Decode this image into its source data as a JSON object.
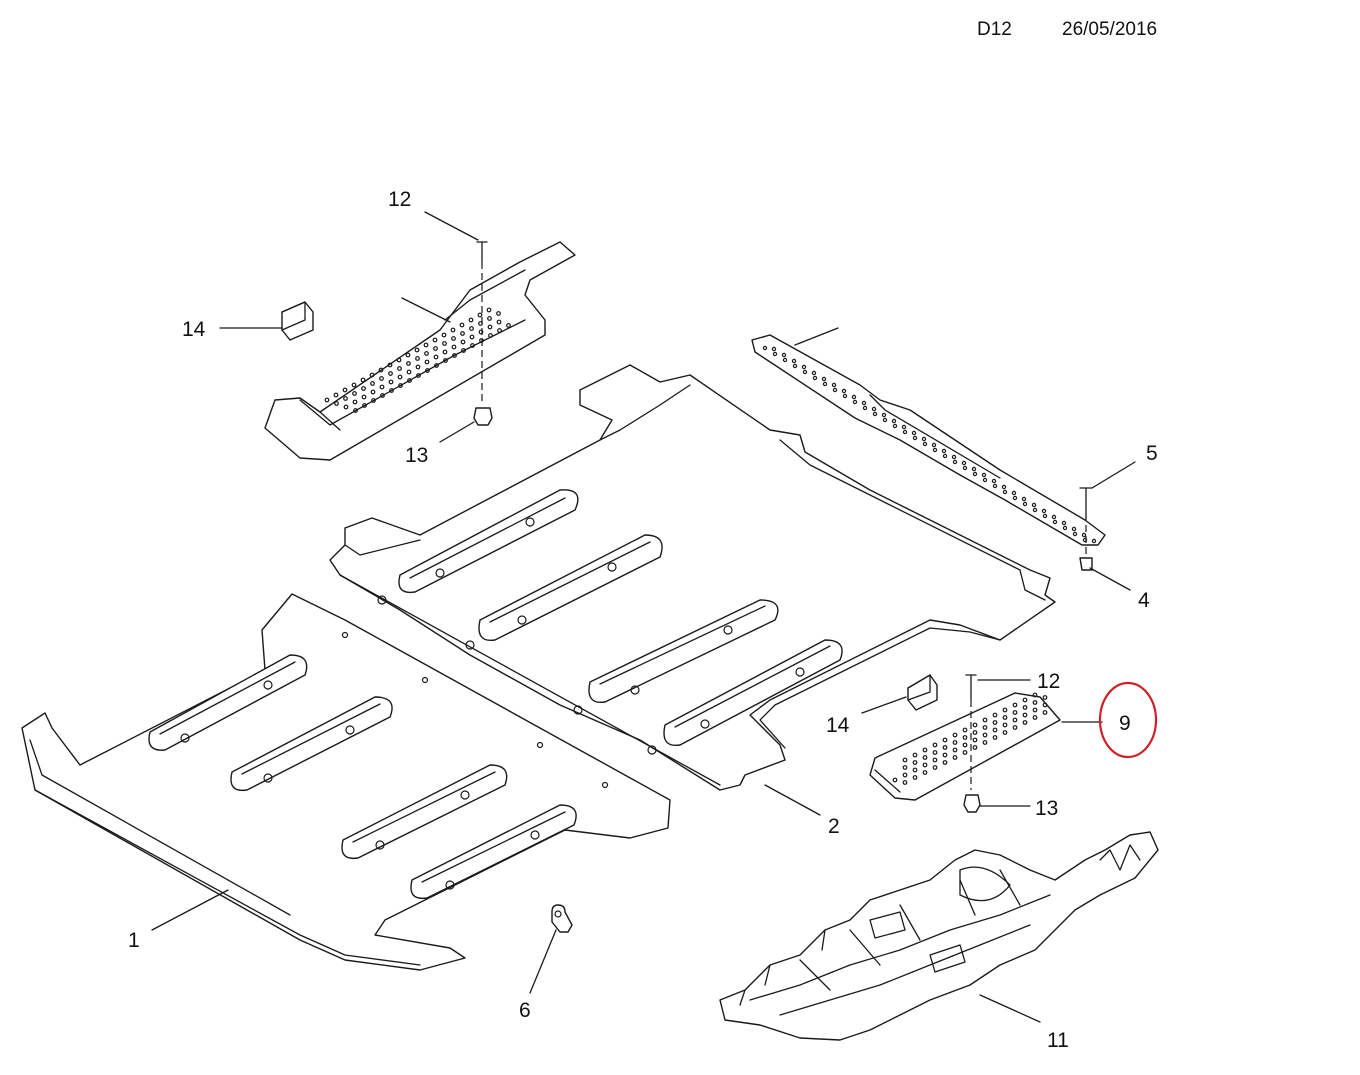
{
  "header": {
    "code": "D12",
    "date": "26/05/2016"
  },
  "callouts": [
    {
      "key": "c12a",
      "label": "12"
    },
    {
      "key": "c14a",
      "label": "14"
    },
    {
      "key": "c13a",
      "label": "13"
    },
    {
      "key": "c5",
      "label": "5"
    },
    {
      "key": "c4",
      "label": "4"
    },
    {
      "key": "c12b",
      "label": "12"
    },
    {
      "key": "c14b",
      "label": "14"
    },
    {
      "key": "c9",
      "label": "9"
    },
    {
      "key": "c13b",
      "label": "13"
    },
    {
      "key": "c2",
      "label": "2"
    },
    {
      "key": "c1",
      "label": "1"
    },
    {
      "key": "c6",
      "label": "6"
    },
    {
      "key": "c11",
      "label": "11"
    }
  ],
  "highlight": {
    "callout": "9",
    "color": "#d0202a"
  },
  "colors": {
    "line": "#1a1a1a",
    "background": "#ffffff"
  }
}
